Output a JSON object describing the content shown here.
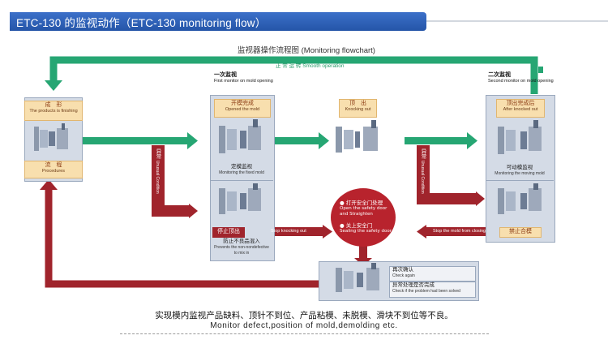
{
  "header": {
    "title": "ETC-130 的监视动作（ETC-130 monitoring flow）"
  },
  "flow": {
    "title": "监视器操作流程图 (Monitoring flowchart)",
    "smooth_operation": "正 常 运 转  Smooth operation"
  },
  "left_panel": {
    "top_tag": "成　形",
    "top_tag_en": "The products is finishing",
    "bottom_tag": "流　程",
    "bottom_tag_en": "Procedures"
  },
  "first_monitor": {
    "heading": "一次监视",
    "heading_en": "First monitor on mold opening",
    "top_tag": "开模完成",
    "top_tag_en": "Opened the mold",
    "mid_caption": "定模监视",
    "mid_caption_en": "Monitoring the fixed mold",
    "bottom_caption": "防止不良品混入",
    "bottom_caption_en": "Prevents the non-nondefective to mix in"
  },
  "knock": {
    "tag": "顶　出",
    "tag_en": "Knocking out"
  },
  "second_monitor": {
    "heading": "二次监视",
    "heading_en": "Second monitor on mold opening",
    "top_tag": "顶出完成后",
    "top_tag_en": "After knocked out",
    "mid_caption": "可动模监视",
    "mid_caption_en": "Monitoring the moving mold",
    "bottom_tag": "禁止合模"
  },
  "abnormal": {
    "left_cn": "异常",
    "left_en": "Unusual Condition",
    "right_cn": "异常",
    "right_en": "Unusual Condition"
  },
  "stop_knock": {
    "cn": "停止顶出",
    "en": "Stop knocking out"
  },
  "stop_mold": {
    "en": "Stop the mold from closing"
  },
  "red_circle": {
    "item1_cn": "打开安全门处理",
    "item1_en": "Open the safety door and Straighten",
    "item2_cn": "关上安全门",
    "item2_en": "Sealing the safety door"
  },
  "recheck": {
    "check_cn": "再次确认",
    "check_en": "Check again",
    "solved_cn": "异常处理是否完成",
    "solved_en": "Check if the problem had been solved"
  },
  "footer": {
    "cn": "实现模内监视产品缺料、顶针不到位、产品粘模、未脱模、滑块不到位等不良。",
    "en": "Monitor defect,position of mold,demolding etc."
  },
  "colors": {
    "header": "#2f63b8",
    "green_arrow": "#26a673",
    "red_arrow": "#a0242c",
    "box_fill": "#d4dbe6",
    "tag_fill": "#f8dfae"
  },
  "icons": {
    "mold": "mold-machine-icon",
    "bullet": "circle-number-icon"
  }
}
